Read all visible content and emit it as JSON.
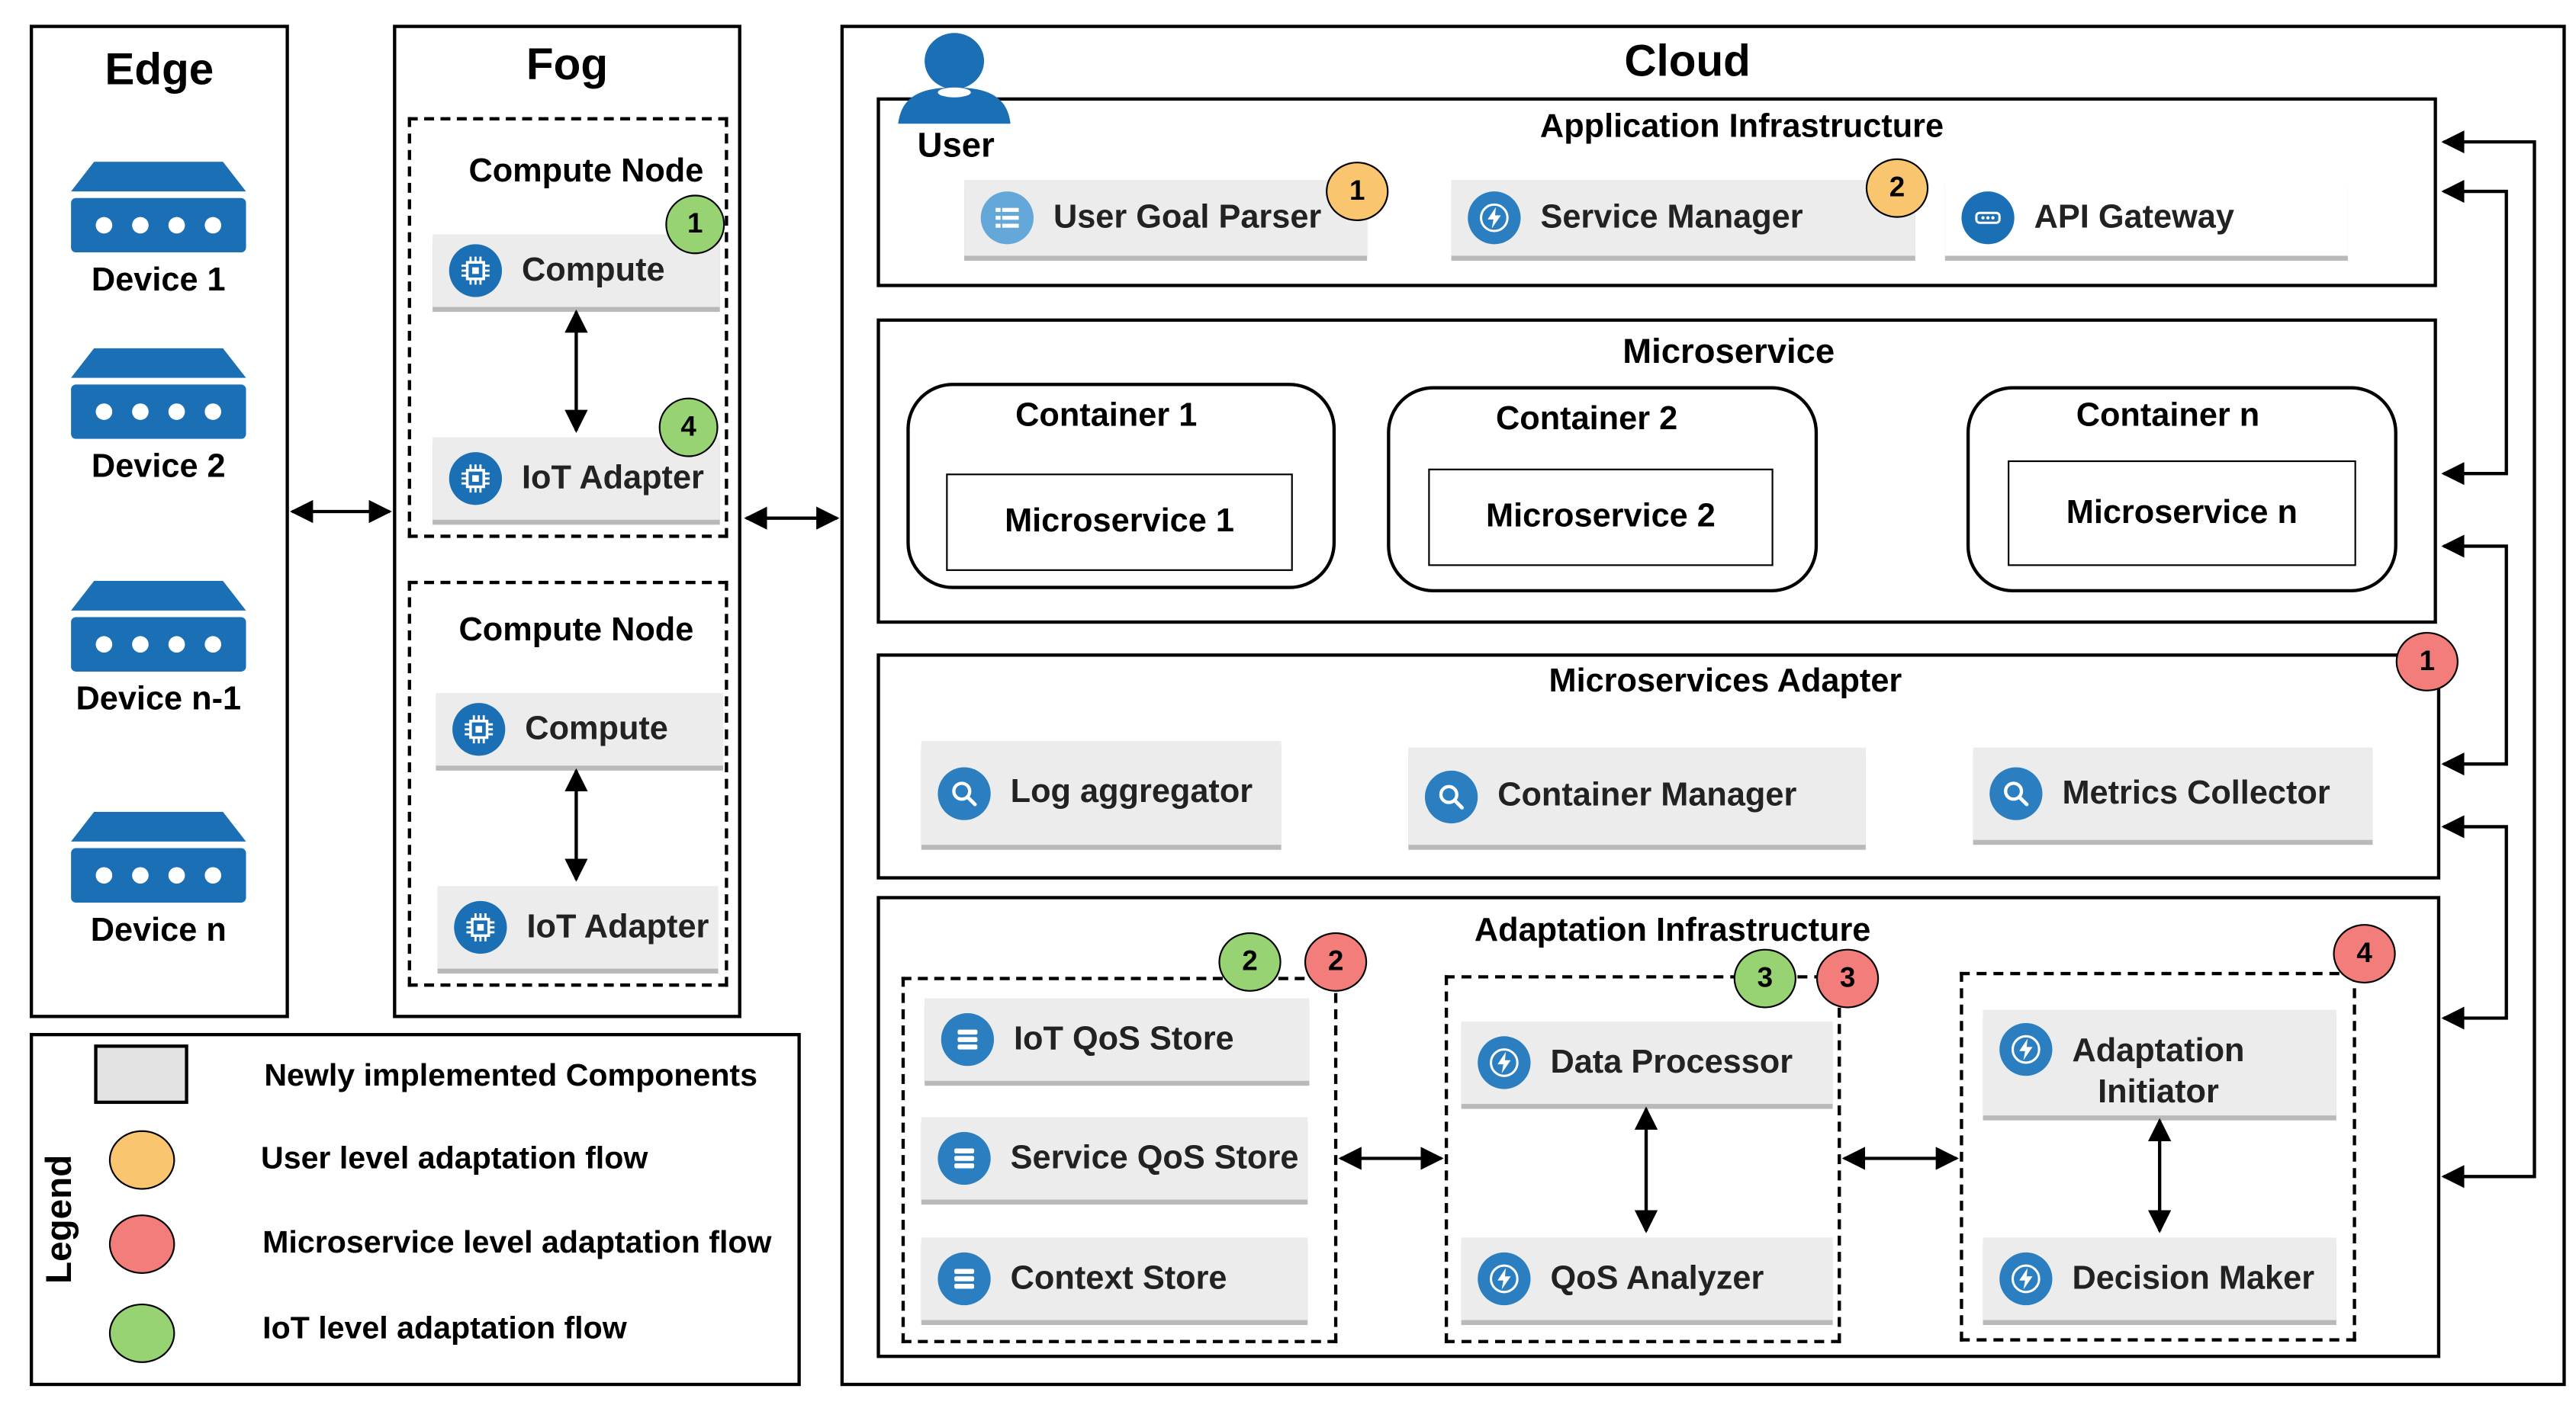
{
  "edge": {
    "title": "Edge",
    "devices": [
      "Device 1",
      "Device 2",
      "Device n-1",
      "Device n"
    ]
  },
  "fog": {
    "title": "Fog",
    "node1": {
      "title": "Compute Node",
      "compute": "Compute",
      "iot": "IoT Adapter",
      "badge_compute": "1",
      "badge_iot": "4"
    },
    "node2": {
      "title": "Compute Node",
      "compute": "Compute",
      "iot": "IoT Adapter"
    }
  },
  "cloud": {
    "title": "Cloud",
    "user_label": "User",
    "app_infra": {
      "title": "Application Infrastructure",
      "user_goal_parser": "User Goal Parser",
      "service_manager": "Service Manager",
      "api_gateway": "API Gateway",
      "badge_ugp": "1",
      "badge_sm": "2"
    },
    "microservice": {
      "title": "Microservice",
      "containers": [
        {
          "title": "Container 1",
          "inner": "Microservice 1"
        },
        {
          "title": "Container 2",
          "inner": "Microservice 2"
        },
        {
          "title": "Container n",
          "inner": "Microservice n"
        }
      ]
    },
    "ms_adapter": {
      "title": "Microservices Adapter",
      "log_aggregator": "Log aggregator",
      "container_manager": "Container Manager",
      "metrics_collector": "Metrics Collector",
      "badge": "1"
    },
    "adapt_infra": {
      "title": "Adaptation Infrastructure",
      "iot_qos_store": "IoT QoS Store",
      "service_qos_store": "Service QoS Store",
      "context_store": "Context Store",
      "data_processor": "Data Processor",
      "qos_analyzer": "QoS Analyzer",
      "adaptation_initiator_l1": "Adaptation",
      "adaptation_initiator_l2": "Initiator",
      "decision_maker": "Decision Maker",
      "badge_store_green": "2",
      "badge_store_red": "2",
      "badge_proc_green": "3",
      "badge_proc_red": "3",
      "badge_init_red": "4"
    }
  },
  "legend": {
    "title": "Legend",
    "items": [
      "Newly implemented Components",
      "User level adaptation flow",
      "Microservice level adaptation flow",
      "IoT level adaptation flow"
    ]
  },
  "colors": {
    "icon_blue": "#1f77b4",
    "user_blue": "#1b6fb5",
    "yellow": "#f9c66f",
    "red": "#f27d7a",
    "green": "#98d373",
    "component_bg": "#ececec"
  }
}
